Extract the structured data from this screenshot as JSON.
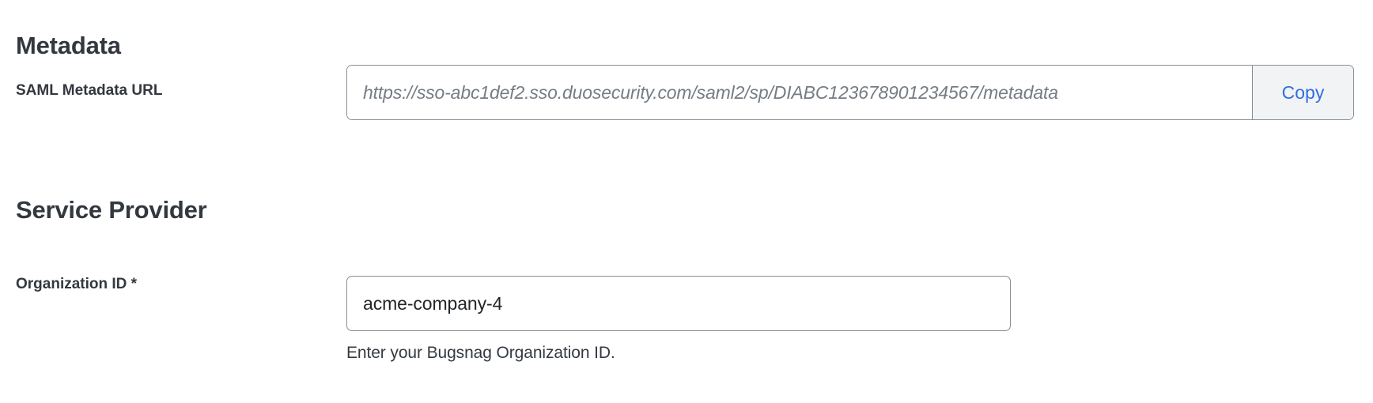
{
  "sections": {
    "metadata": {
      "heading": "Metadata",
      "saml_url_field": {
        "label": "SAML Metadata URL",
        "value": "https://sso-abc1def2.sso.duosecurity.com/saml2/sp/DIABC123678901234567/metadata",
        "readonly": "true",
        "copy_label": "Copy"
      }
    },
    "service_provider": {
      "heading": "Service Provider",
      "organization_id_field": {
        "label": "Organization ID *",
        "value": "acme-company-4",
        "placeholder": "",
        "help_text": "Enter your Bugsnag Organization ID."
      }
    }
  },
  "colors": {
    "text": "#32383e",
    "muted_text": "#757c84",
    "link": "#2f6fe0",
    "border": "#868e96",
    "button_bg": "#f1f3f5",
    "page_bg": "#ffffff"
  }
}
